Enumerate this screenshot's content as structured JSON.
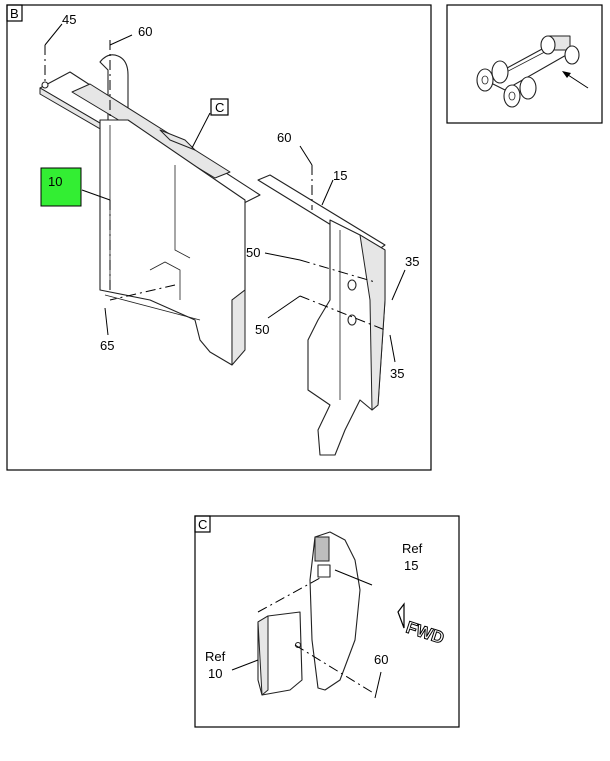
{
  "panels": {
    "main": {
      "letter": "B"
    },
    "detail": {
      "letter": "C"
    },
    "locator": {
      "letter": ""
    }
  },
  "callouts": {
    "c45": "45",
    "c60_top": "60",
    "c_view": "C",
    "c10": "10",
    "c65": "65",
    "c60_right": "60",
    "c15": "15",
    "c50_upper": "50",
    "c50_lower": "50",
    "c35_upper": "35",
    "c35_lower": "35"
  },
  "detail_callouts": {
    "ref15_ref": "Ref",
    "ref15_num": "15",
    "ref10_ref": "Ref",
    "ref10_num": "10",
    "c60": "60",
    "fwd": "FWD"
  },
  "colors": {
    "highlight": "#33ee33",
    "line": "#000000"
  }
}
